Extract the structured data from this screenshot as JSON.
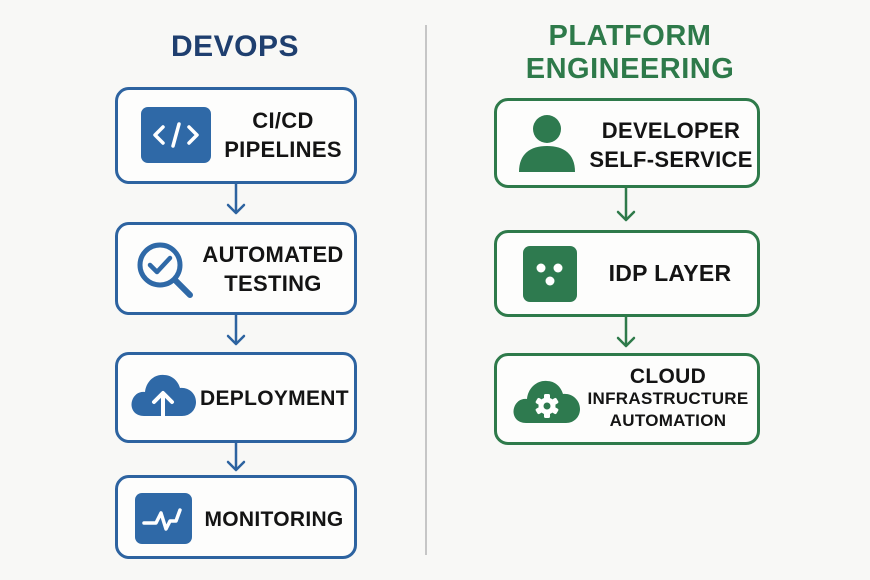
{
  "colors": {
    "devops_accent": "#2f69a7",
    "devops_title": "#1f3f6f",
    "platform_accent": "#2e7a4f",
    "text": "#141414",
    "background": "#f8f8f6",
    "divider": "#c6c6c6"
  },
  "devops": {
    "title": "DEVOPS",
    "steps": [
      {
        "icon": "code-icon",
        "line1": "CI/CD",
        "line2": "PIPELINES"
      },
      {
        "icon": "magnifier-check-icon",
        "line1": "AUTOMATED",
        "line2": "TESTING"
      },
      {
        "icon": "cloud-upload-icon",
        "line1": "DEPLOYMENT"
      },
      {
        "icon": "pulse-chart-icon",
        "line1": "MONITORING"
      }
    ]
  },
  "platform": {
    "title_line1": "PLATFORM",
    "title_line2": "ENGINEERING",
    "steps": [
      {
        "icon": "user-icon",
        "line1": "DEVELOPER",
        "line2": "SELF-SERVICE"
      },
      {
        "icon": "dots-tile-icon",
        "line1": "IDP LAYER"
      },
      {
        "icon": "cloud-gear-icon",
        "line1": "CLOUD",
        "line2": "INFRASTRUCTURE",
        "line3": "AUTOMATION"
      }
    ]
  }
}
